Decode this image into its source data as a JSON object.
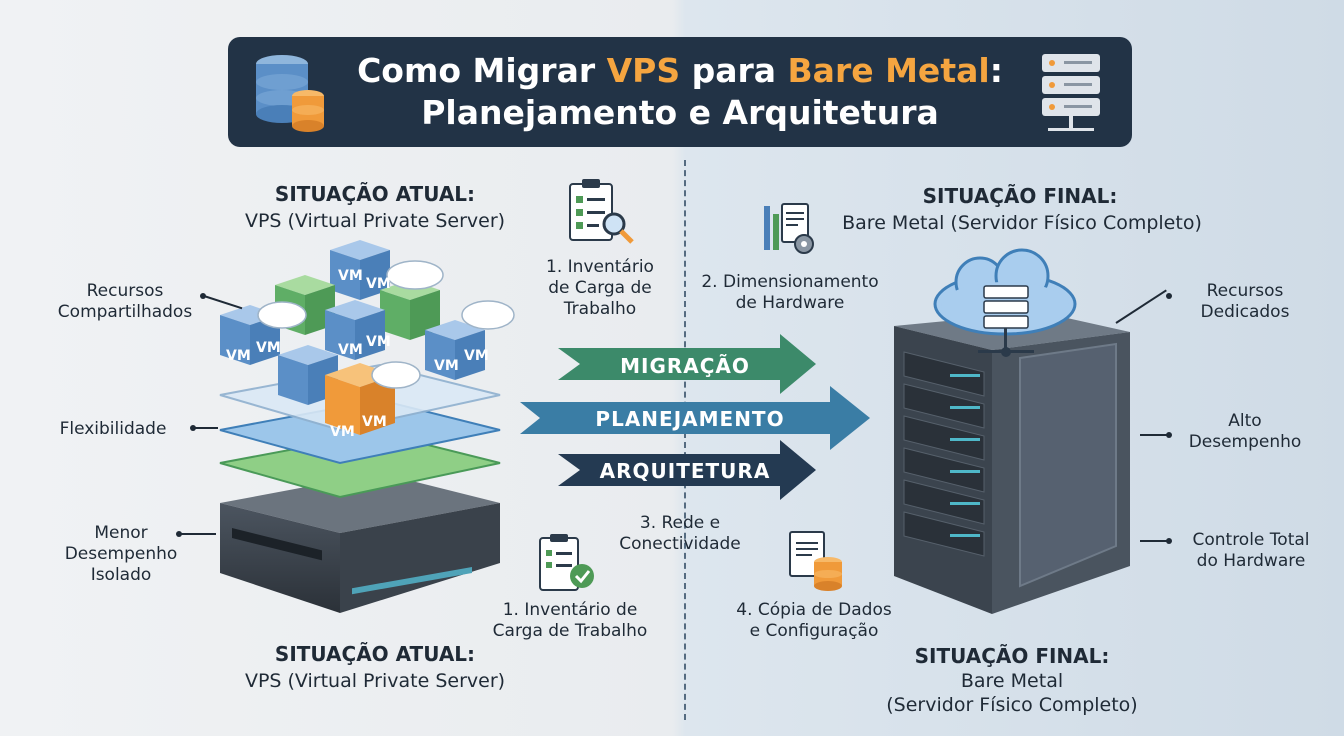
{
  "header": {
    "title_part1": "Como Migrar ",
    "title_vps": "VPS",
    "title_part2": " para ",
    "title_bare": "Bare Metal",
    "title_part3": ":",
    "title_line2": "Planejamento e Arquitetura"
  },
  "left": {
    "title_top": "SITUAÇÃO ATUAL:",
    "subtitle_top": "VPS (Virtual Private Server)",
    "title_bottom": "SITUAÇÃO ATUAL:",
    "subtitle_bottom": "VPS (Virtual Private Server)",
    "labels": {
      "recursos_1": "Recursos",
      "recursos_2": "Compartilhados",
      "flex": "Flexibilidade",
      "menor_1": "Menor",
      "menor_2": "Desempenho",
      "menor_3": "Isolado"
    },
    "vm_label": "VM"
  },
  "right": {
    "title_top": "SITUAÇÃO FINAL:",
    "subtitle_top": "Bare Metal (Servidor Físico Completo)",
    "title_bottom": "SITUAÇÃO FINAL:",
    "subtitle_bottom_1": "Bare Metal",
    "subtitle_bottom_2": "(Servidor Físico Completo)",
    "labels": {
      "recursos_1": "Recursos",
      "recursos_2": "Dedicados",
      "alto_1": "Alto",
      "alto_2": "Desempenho",
      "controle_1": "Controle Total",
      "controle_2": "do Hardware"
    }
  },
  "steps": {
    "step1_top_1": "1. Inventário",
    "step1_top_2": "de Carga de",
    "step1_top_3": "Trabalho",
    "step2_1": "2. Dimensionamento",
    "step2_2": "de Hardware",
    "step3_1": "3. Rede e",
    "step3_2": "Conectividade",
    "step1_bottom_1": "1. Inventário de",
    "step1_bottom_2": "Carga de Trabalho",
    "step4_1": "4. Cópia de Dados",
    "step4_2": "e Configuração"
  },
  "arrows": {
    "a1": "MIGRAÇÃO",
    "a2": "PLANEJAMENTO",
    "a3": "ARQUITETURA"
  },
  "colors": {
    "header_bg": "#223346",
    "accent": "#f5a540",
    "arrow_green": "#3c8a6a",
    "arrow_blue": "#3a7da5",
    "arrow_dark": "#243a52"
  }
}
